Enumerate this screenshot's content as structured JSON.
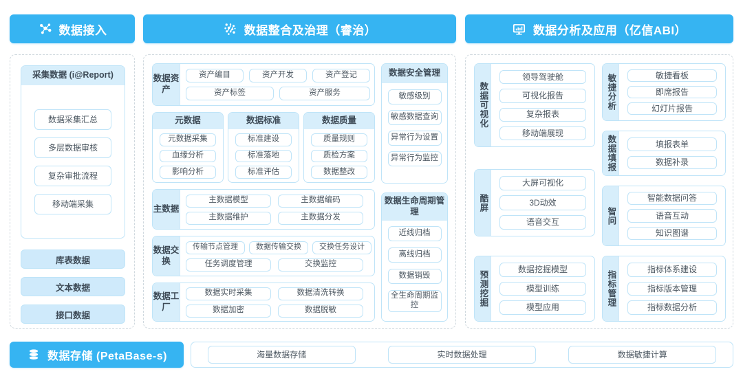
{
  "columns": [
    {
      "id": "ingest",
      "header": {
        "label": "数据接入",
        "icon": "network-nodes-icon"
      },
      "collect_group": {
        "title": "采集数据 (i@Report)",
        "items": [
          "数据采集汇总",
          "多层数据审核",
          "复杂审批流程",
          "移动端采集"
        ]
      },
      "chips": [
        "库表数据",
        "文本数据",
        "接口数据"
      ]
    },
    {
      "id": "govern",
      "header": {
        "label": "数据整合及治理（睿治）",
        "icon": "data-dots-icon"
      },
      "asset_group": {
        "label": "数据资产",
        "row1": [
          "资产编目",
          "资产开发",
          "资产登记"
        ],
        "row2": [
          "资产标签",
          "资产服务"
        ]
      },
      "triple": [
        {
          "title": "元数据",
          "items": [
            "元数据采集",
            "血缘分析",
            "影响分析"
          ]
        },
        {
          "title": "数据标准",
          "items": [
            "标准建设",
            "标准落地",
            "标准评估"
          ]
        },
        {
          "title": "数据质量",
          "items": [
            "质量规则",
            "质检方案",
            "数据整改"
          ]
        }
      ],
      "master_group": {
        "label": "主数据",
        "row1": [
          "主数据模型",
          "主数据编码"
        ],
        "row2": [
          "主数据维护",
          "主数据分发"
        ]
      },
      "exchange_group": {
        "label": "数据交换",
        "row1": [
          "传输节点管理",
          "数据传输交换",
          "交换任务设计"
        ],
        "row2": [
          "任务调度管理",
          "交换监控"
        ]
      },
      "factory_group": {
        "label": "数据工厂",
        "row1": [
          "数据实时采集",
          "数据清洗转换"
        ],
        "row2": [
          "数据加密",
          "数据脱敏"
        ]
      },
      "security_group": {
        "title": "数据安全管理",
        "items": [
          "敏感级别",
          "敏感数据查询",
          "异常行为设置",
          "异常行为监控"
        ]
      },
      "lifecycle_group": {
        "title": "数据生命周期管理",
        "items": [
          "近线归档",
          "离线归档",
          "数据销毁",
          "全生命周期监控"
        ]
      }
    },
    {
      "id": "analyze",
      "header": {
        "label": "数据分析及应用（亿信ABI）",
        "icon": "monitor-chart-icon"
      },
      "left_groups": [
        {
          "label": "数据可视化",
          "items": [
            "领导驾驶舱",
            "可视化报告",
            "复杂报表",
            "移动端展现"
          ]
        },
        {
          "label": "酷屏",
          "items": [
            "大屏可视化",
            "3D动效",
            "语音交互"
          ]
        },
        {
          "label": "预测挖掘",
          "items": [
            "数据挖掘模型",
            "模型训练",
            "模型应用"
          ]
        }
      ],
      "right_groups": [
        {
          "label": "敏捷分析",
          "items": [
            "敏捷看板",
            "即席报告",
            "幻灯片报告"
          ]
        },
        {
          "label": "数据填报",
          "items": [
            "填报表单",
            "数据补录"
          ]
        },
        {
          "label": "智问",
          "items": [
            "智能数据问答",
            "语音互动",
            "知识图谱"
          ]
        },
        {
          "label": "指标管理",
          "items": [
            "指标体系建设",
            "指标版本管理",
            "指标数据分析"
          ]
        }
      ]
    }
  ],
  "footer": {
    "header": {
      "label": "数据存储 (PetaBase-s)",
      "icon": "database-icon"
    },
    "items": [
      "海量数据存储",
      "实时数据处理",
      "数据敏捷计算"
    ]
  },
  "colors": {
    "accent": "#36b4f2",
    "title_bg": "#d7eefb",
    "border": "#bfe4f8",
    "chip_bg": "#cfeafb",
    "panel_border": "#cfd8de",
    "text": "#4a5560"
  }
}
